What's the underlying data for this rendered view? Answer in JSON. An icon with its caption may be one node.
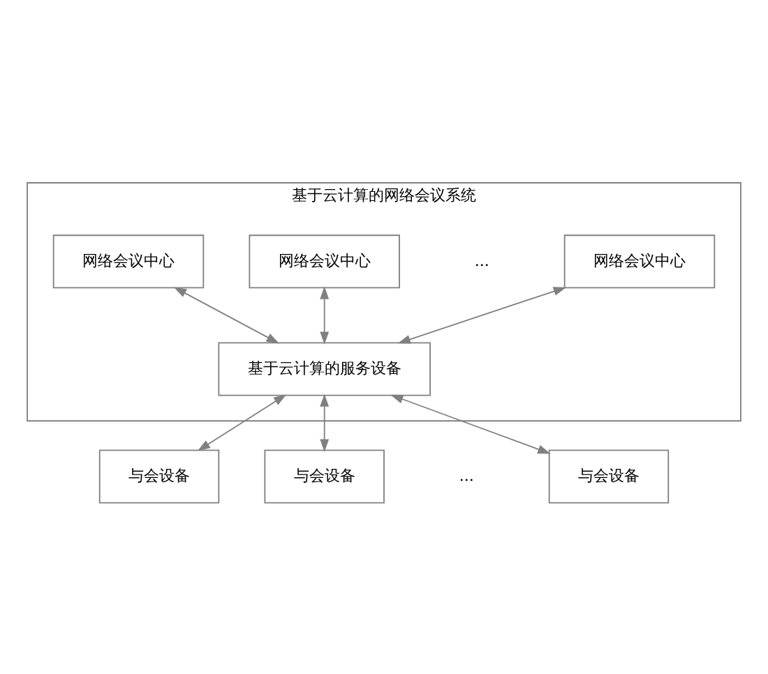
{
  "diagram": {
    "nodes": [
      {
        "text": [
          "基于云计算的网络会议系统"
        ]
      },
      {
        "text": [
          "网络会议中心"
        ],
        "in": 0
      },
      {
        "text": [
          "网络会议中心"
        ],
        "in": 0
      },
      {
        "text": [
          "网络会议中心"
        ],
        "in": 0
      },
      {
        "text": [
          "基于云计算的服务设备"
        ],
        "in": 0
      },
      {
        "text": [
          "与会设备"
        ]
      },
      {
        "text": [
          "与会设备"
        ]
      },
      {
        "text": [
          "与会设备"
        ]
      }
    ],
    "edges": [
      {
        "from": 1,
        "to": 4,
        "arrow": "both"
      },
      {
        "from": 2,
        "to": 4,
        "arrow": "both"
      },
      {
        "from": 3,
        "to": 4,
        "arrow": "both"
      },
      {
        "from": 4,
        "to": 5,
        "arrow": "both"
      },
      {
        "from": 4,
        "to": 6,
        "arrow": "both"
      },
      {
        "from": 4,
        "to": 7,
        "arrow": "both"
      }
    ],
    "labels": [
      "...",
      "..."
    ]
  }
}
